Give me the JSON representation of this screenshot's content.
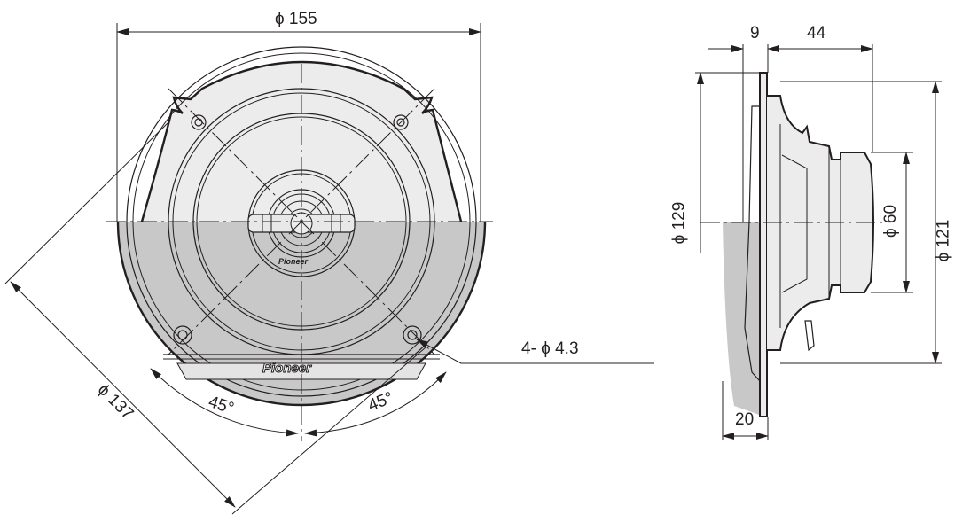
{
  "drawing": {
    "subject": "Coaxial car speaker dimension drawing",
    "colors": {
      "line": "#231f20",
      "fill_light": "#ececec",
      "fill_shade": "#c8c8c8",
      "background": "#ffffff"
    }
  },
  "front_view": {
    "outer_diameter_label": "ϕ 155",
    "mounting_diameter_label": "ϕ 137",
    "angle_left_label": "45°",
    "angle_right_label": "45°",
    "hole_label": "4- ϕ 4.3",
    "logo_text": "Pioneer",
    "center_logo_text": "Pioneer"
  },
  "side_view": {
    "flange_thickness_label": "9",
    "depth_label": "44",
    "flange_diameter_label": "ϕ 129",
    "magnet_diameter_label": "ϕ 60",
    "cutout_diameter_label": "ϕ 121",
    "grille_height_label": "20"
  }
}
